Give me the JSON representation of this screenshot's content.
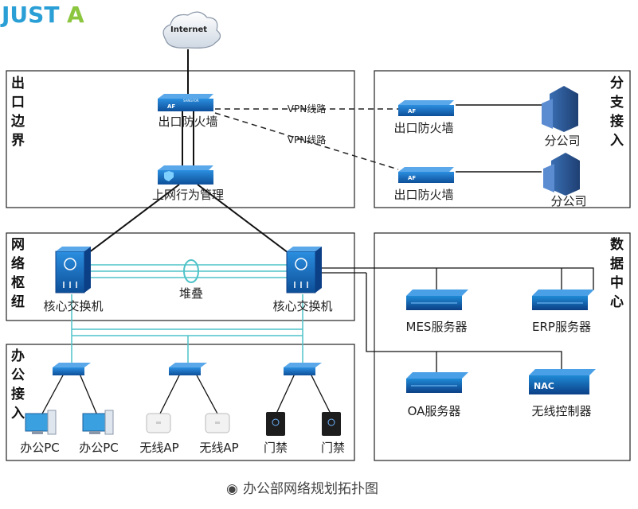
{
  "logo": {
    "text_a": "JUST",
    "text_b": "A",
    "subtitle": ""
  },
  "internet": {
    "label": "Internet"
  },
  "sections": {
    "exit_border": "出口边界",
    "branch_access": "分支接入",
    "network_hub": "网络枢纽",
    "data_center": "数据中心",
    "office_access": "办公接入"
  },
  "devices": {
    "exit_firewall": "出口防火墙",
    "behavior_mgmt": "上网行为管理",
    "branch_fw_1": "出口防火墙",
    "branch_fw_2": "出口防火墙",
    "branch_1": "分公司",
    "branch_2": "分公司",
    "core_switch_left": "核心交换机",
    "core_switch_right": "核心交换机",
    "stack": "堆叠",
    "mes": "MES服务器",
    "erp": "ERP服务器",
    "oa": "OA服务器",
    "nac": "无线控制器",
    "nac_tag": "NAC",
    "pc_1": "办公PC",
    "pc_2": "办公PC",
    "ap_1": "无线AP",
    "ap_2": "无线AP",
    "door_1": "门禁",
    "door_2": "门禁"
  },
  "links": {
    "vpn_1": "VPN线路",
    "vpn_2": "VPN线路"
  },
  "caption": {
    "symbol": "◉",
    "text": "办公部网络规划拓扑图"
  },
  "colors": {
    "logo_blue": "#2a9fd6",
    "logo_green": "#8cc63f",
    "teal_link": "#4ec3c8",
    "device_blue": "#1565b0"
  }
}
